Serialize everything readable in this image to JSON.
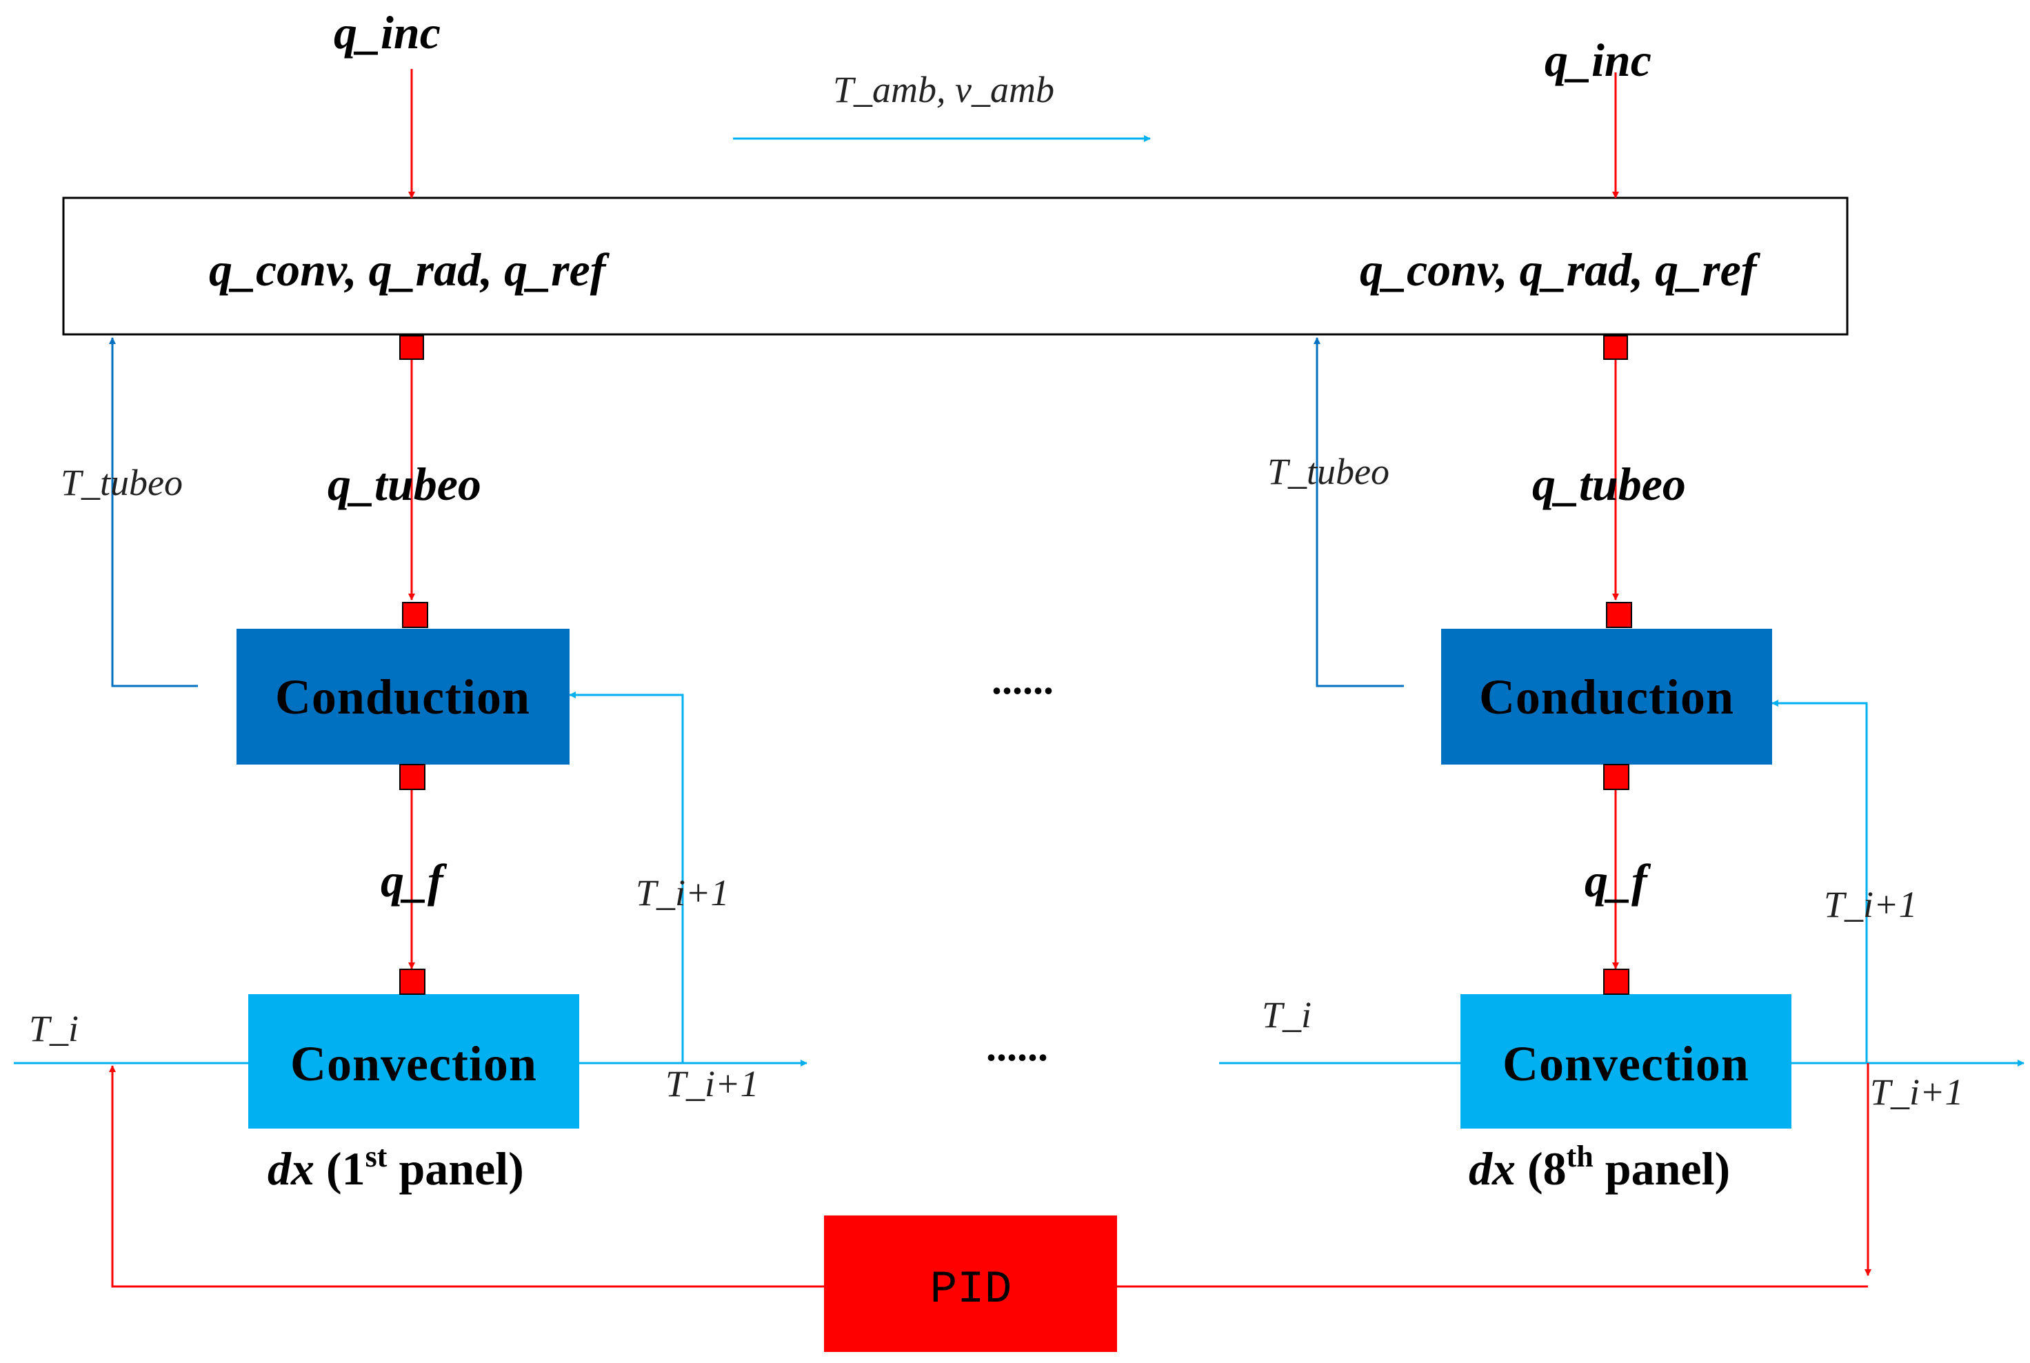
{
  "labels": {
    "q_inc_left": "q_inc",
    "q_inc_right": "q_inc",
    "ambient": "T_amb, v_amb",
    "fluxes_left": "q_conv, q_rad, q_ref",
    "fluxes_right": "q_conv, q_rad, q_ref",
    "t_tubeo_left": "T_tubeo",
    "t_tubeo_right": "T_tubeo",
    "q_tubeo_left": "q_tubeo",
    "q_tubeo_right": "q_tubeo",
    "q_f_left": "q_f",
    "q_f_right": "q_f",
    "t_i_next_feedback_left": "T_i+1",
    "t_i_next_feedback_right": "T_i+1",
    "t_i_next_out_left": "T_i+1",
    "t_i_next_out_right": "T_i+1",
    "t_i_in_left": "T_i",
    "t_i_in_right": "T_i",
    "ellipsis_top": "......",
    "ellipsis_bottom": "......"
  },
  "blocks": {
    "conduction_left": "Conduction",
    "conduction_right": "Conduction",
    "convection_left": "Convection",
    "convection_right": "Convection",
    "pid": "PID"
  },
  "panels": {
    "left": {
      "dx": "dx",
      "open": " (1",
      "ordinal": "st",
      "close": " panel)"
    },
    "right": {
      "dx": "dx",
      "open": " (8",
      "ordinal": "th",
      "close": " panel)"
    }
  },
  "colors": {
    "red": "#ff0000",
    "dark_red": "#cc0000",
    "light_blue": "#00b0f0",
    "dark_blue": "#0070c0",
    "conduction_fill": "#0070c0",
    "convection_fill": "#00b0f0",
    "pid_fill": "#ff0000"
  }
}
